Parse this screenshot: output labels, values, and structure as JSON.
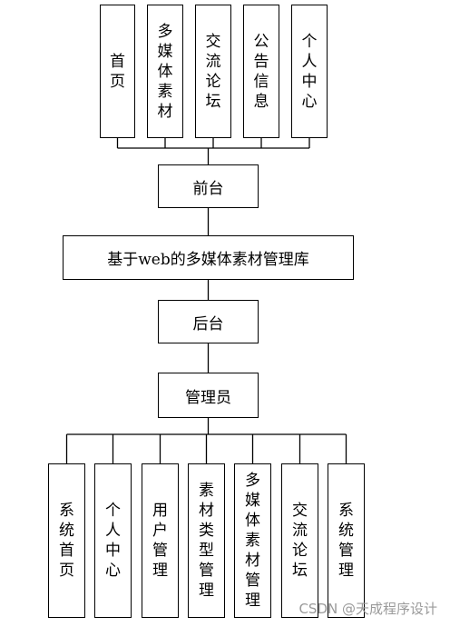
{
  "diagram": {
    "frontend_modules": [
      "首页",
      "多媒体素材",
      "交流论坛",
      "公告信息",
      "个人中心"
    ],
    "frontend": "前台",
    "system": "基于web的多媒体素材管理库",
    "backend": "后台",
    "admin": "管理员",
    "admin_modules": [
      "系统首页",
      "个人中心",
      "用户管理",
      "素材类型管理",
      "多媒体素材管理",
      "交流论坛",
      "系统管理"
    ]
  },
  "watermark": "CSDN @天成程序设计"
}
